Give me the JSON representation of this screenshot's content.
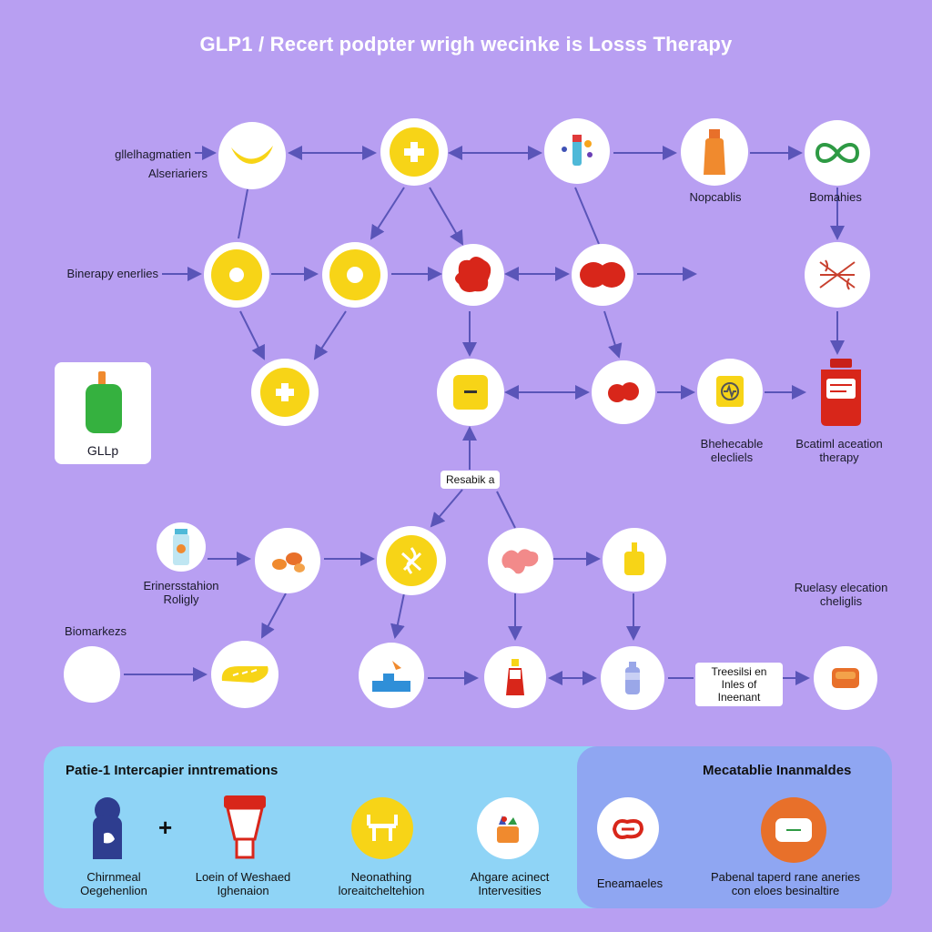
{
  "title": "GLP1 / Recert podpter wrigh wecinke is Losss Therapy",
  "labels": {
    "l1": "gllelhagmatien",
    "l2": "Alseriariers",
    "l3": "Binerapy enerlies",
    "l4": "Nopcablis",
    "l5": "Bomahies",
    "card": "GLLp",
    "l6": "Bhehecable elecliels",
    "l7": "Bcatiml aceation therapy",
    "l8": "Erinersstahion Roligly",
    "l9": "Biomarkezs",
    "l10": "Ruelasy elecation cheliglis"
  },
  "tags": {
    "t1": "Resabik a",
    "t2": "Treesilsi en Inles of Ineenant"
  },
  "panels": {
    "left_title": "Patie-1 Intercapier inntremations",
    "right_title": "Mecatablie Inanmaldes",
    "items": {
      "a": "Chirnmeal Oegehenlion",
      "b": "Loein of Weshaed Ighenaion",
      "c": "Neonathing loreaitcheltehion",
      "d": "Ahgare acinect Intervesities",
      "e": "Eneamaeles",
      "f": "Pabenal taperd rane aneries con eloes besinaltire"
    },
    "plus": "+"
  },
  "colors": {
    "background": "#b89ff2",
    "edge": "#5a55b8",
    "yellow": "#f7d417",
    "red": "#d8261a",
    "panel_left": "#8fd4f6",
    "panel_right": "#8fa6f2"
  }
}
